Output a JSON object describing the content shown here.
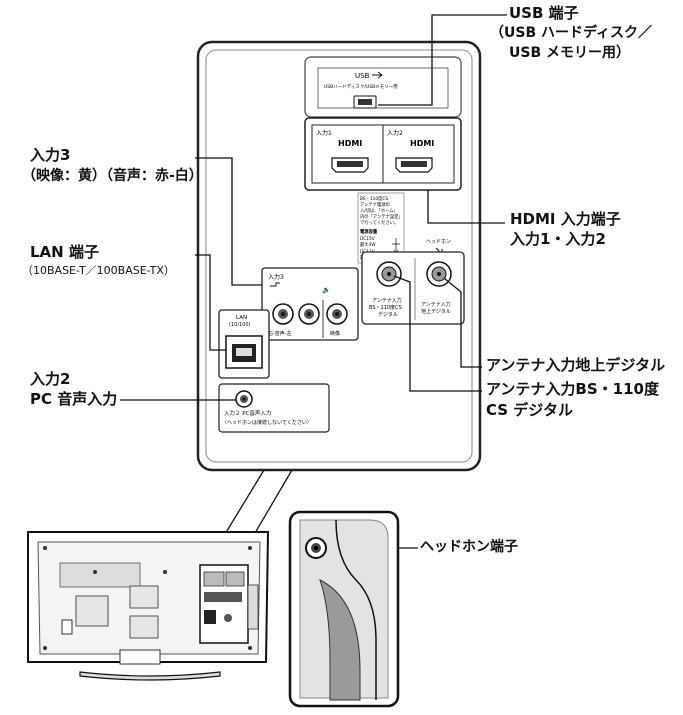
{
  "labels": {
    "usb_title": "USB 端子",
    "usb_sub1": "（USB ハードディスク／",
    "usb_sub2": "USB メモリー用）",
    "input3_title": "入力3",
    "input3_sub": "（映像：黄）（音声：赤-白）",
    "lan_title": "LAN 端子",
    "lan_sub": "（10BASE-T／100BASE-TX）",
    "input2_title": "入力2",
    "input2_sub": "PC 音声入力",
    "hdmi_title": "HDMI 入力端子",
    "hdmi_sub": "入力1・入力2",
    "ant_terrestrial": "アンテナ入力地上デジタル",
    "ant_bs1": "アンテナ入力BS・110度",
    "ant_bs2": "CS デジタル",
    "headphone": "ヘッドホン端子"
  },
  "panel": {
    "usb_label": "USB",
    "usb_note": "USBハードディスク/USBメモリー用",
    "hdmi_in1": "入力1",
    "hdmi_in2": "入力2",
    "hdmi_logo": "HDMI",
    "bs_note": [
      "BS・110度CS",
      "アンテナ電源の",
      "入/切は、「ホーム」",
      "内の「アンテナ設定」",
      "で行ってください。"
    ],
    "power_title": "電源容量",
    "power_lines": [
      "DC15V",
      "最大4W",
      "DC11V",
      "最大3W"
    ],
    "headphone_label": "ヘッドホン",
    "input3_label": "入力3",
    "audio_lr": "右-音声-左",
    "video": "映像",
    "lan_label": "LAN",
    "lan_speed": "(10/100)",
    "ant_bs_label": [
      "アンテナ入力",
      "BS・110度CS",
      "デジタル"
    ],
    "ant_terr_label": [
      "アンテナ入力",
      "地上デジタル"
    ],
    "pc_audio_label": "入力２ PC音声入力",
    "pc_audio_note": "（ヘッドホンは接続しないでください）"
  }
}
